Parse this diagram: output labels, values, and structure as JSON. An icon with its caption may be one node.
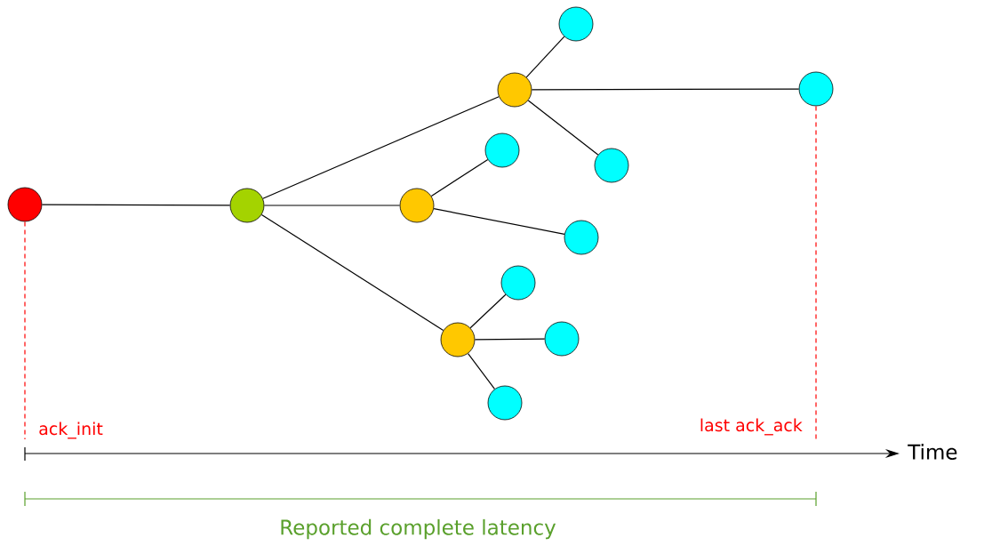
{
  "diagram": {
    "nodes": [
      {
        "text": [],
        "shape": "circle"
      },
      {
        "text": [],
        "shape": "circle"
      },
      {
        "text": [],
        "shape": "circle"
      },
      {
        "text": [],
        "shape": "circle"
      },
      {
        "text": [],
        "shape": "circle"
      },
      {
        "text": [],
        "shape": "circle"
      },
      {
        "text": [],
        "shape": "circle"
      },
      {
        "text": [],
        "shape": "circle"
      },
      {
        "text": [],
        "shape": "circle"
      },
      {
        "text": [],
        "shape": "circle"
      },
      {
        "text": [],
        "shape": "circle"
      },
      {
        "text": [],
        "shape": "circle"
      },
      {
        "text": [],
        "shape": "circle"
      }
    ],
    "edges": [
      {
        "from": 0,
        "to": 1,
        "arrow": "none"
      },
      {
        "from": 1,
        "to": 2,
        "arrow": "none"
      },
      {
        "from": 1,
        "to": 3,
        "arrow": "none"
      },
      {
        "from": 1,
        "to": 4,
        "arrow": "none"
      },
      {
        "from": 2,
        "to": 5,
        "arrow": "none"
      },
      {
        "from": 2,
        "to": 6,
        "arrow": "none"
      },
      {
        "from": 2,
        "to": 7,
        "arrow": "none"
      },
      {
        "from": 3,
        "to": 8,
        "arrow": "none"
      },
      {
        "from": 3,
        "to": 9,
        "arrow": "none"
      },
      {
        "from": 4,
        "to": 10,
        "arrow": "none"
      },
      {
        "from": 4,
        "to": 11,
        "arrow": "none"
      },
      {
        "from": 4,
        "to": 12,
        "arrow": "none"
      },
      {
        "from": 0,
        "to": null,
        "arrow": "none",
        "style": "dashed",
        "color": "#ff0000"
      },
      {
        "from": 6,
        "to": null,
        "arrow": "none",
        "style": "dashed",
        "color": "#ff0000"
      }
    ],
    "labels": [
      "ack_init",
      "last ack_ack",
      "Time",
      "Reported complete latency"
    ]
  }
}
